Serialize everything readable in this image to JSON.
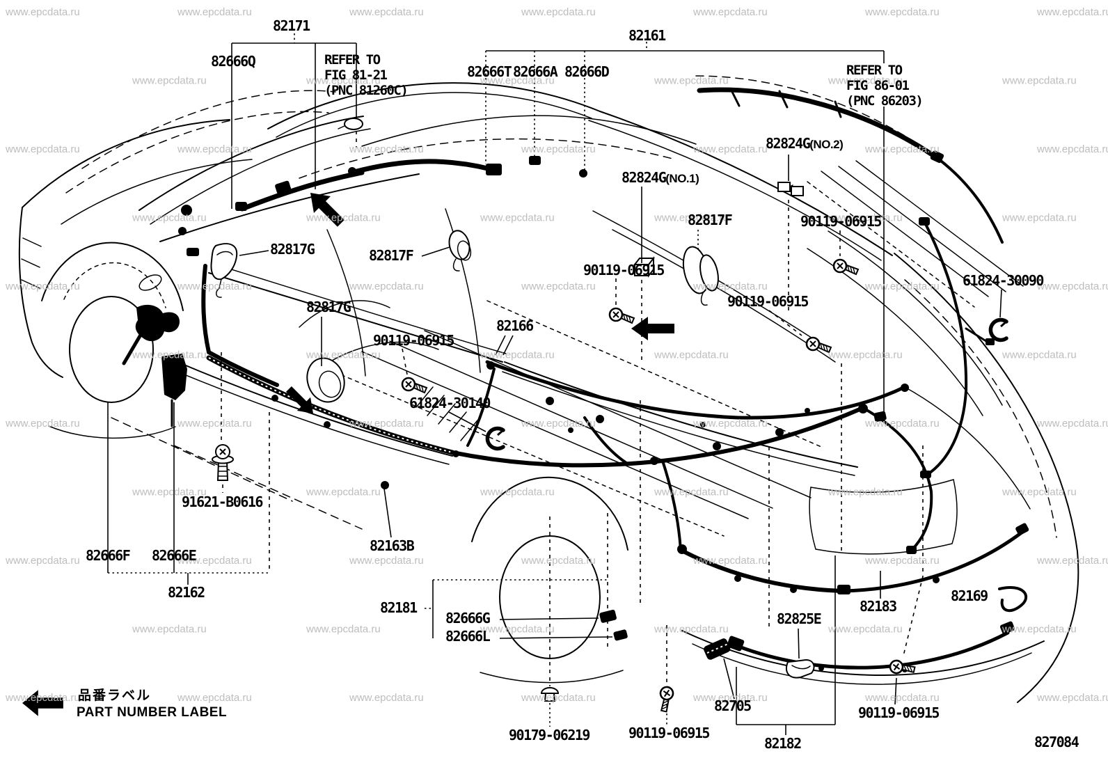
{
  "diagram": {
    "title": "wiring body diagram",
    "drawing_number": "827084",
    "watermark": "www.epcdata.ru",
    "legend": {
      "jp": "品番ラベル",
      "en": "PART NUMBER LABEL"
    },
    "notes": [
      {
        "lines": [
          "REFER TO",
          "FIG 81-21",
          "(PNC 81260C)"
        ]
      },
      {
        "lines": [
          "REFER TO",
          "FIG 86-01",
          "(PNC 86203)"
        ]
      }
    ],
    "labels": [
      {
        "id": "82171",
        "text": "82171"
      },
      {
        "id": "82666Q",
        "text": "82666Q"
      },
      {
        "id": "82161",
        "text": "82161"
      },
      {
        "id": "82666T",
        "text": "82666T"
      },
      {
        "id": "82666A",
        "text": "82666A"
      },
      {
        "id": "82666D",
        "text": "82666D"
      },
      {
        "id": "82824G-no2",
        "text": "82824G",
        "suffix": "(NO.2)"
      },
      {
        "id": "82824G-no1",
        "text": "82824G",
        "suffix": "(NO.1)"
      },
      {
        "id": "82817F-right",
        "text": "82817F"
      },
      {
        "id": "90119-06915-a",
        "text": "90119-06915"
      },
      {
        "id": "82817G-upper",
        "text": "82817G"
      },
      {
        "id": "82817F-mid",
        "text": "82817F"
      },
      {
        "id": "61824-30090",
        "text": "61824-30090"
      },
      {
        "id": "82817G-lower",
        "text": "82817G"
      },
      {
        "id": "90119-06915-b",
        "text": "90119-06915"
      },
      {
        "id": "90119-06915-c",
        "text": "90119-06915"
      },
      {
        "id": "82166",
        "text": "82166"
      },
      {
        "id": "90119-06915-d",
        "text": "90119-06915"
      },
      {
        "id": "61824-30140",
        "text": "61824-30140"
      },
      {
        "id": "91621-B0616",
        "text": "91621-B0616"
      },
      {
        "id": "82163B",
        "text": "82163B"
      },
      {
        "id": "82666F",
        "text": "82666F"
      },
      {
        "id": "82666E",
        "text": "82666E"
      },
      {
        "id": "82162",
        "text": "82162"
      },
      {
        "id": "82181",
        "text": "82181"
      },
      {
        "id": "82666G",
        "text": "82666G"
      },
      {
        "id": "82666L",
        "text": "82666L"
      },
      {
        "id": "82183",
        "text": "82183"
      },
      {
        "id": "82825E",
        "text": "82825E"
      },
      {
        "id": "82169",
        "text": "82169"
      },
      {
        "id": "82705",
        "text": "82705"
      },
      {
        "id": "90119-06915-e",
        "text": "90119-06915"
      },
      {
        "id": "90179-06219",
        "text": "90179-06219"
      },
      {
        "id": "82182",
        "text": "82182"
      },
      {
        "id": "90119-06915-f",
        "text": "90119-06915"
      },
      {
        "id": "827084",
        "text": "827084"
      }
    ]
  }
}
